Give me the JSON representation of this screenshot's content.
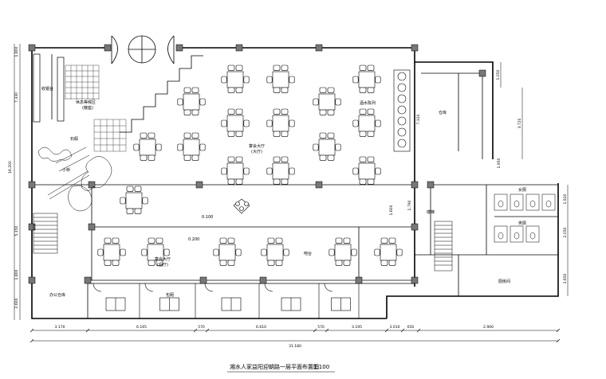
{
  "title": "湘水人家益阳迎朝路一层平面布置图",
  "scale": "1:100",
  "rooms": {
    "cashier": "收银台",
    "waiting": "休息等候区",
    "waiting_sub": "(散座)",
    "rockery": "石假",
    "bridge": "小桥",
    "main_hall": "宴会大厅",
    "main_hall_sub": "(大厅)",
    "drinks": "酒水陈列",
    "warehouse": "仓库",
    "kitchen_hall": "宴会大厅",
    "kitchen_hall_sub": "(后厅)",
    "bar": "吧台",
    "private": "包厢",
    "office": "办公仓库",
    "kitchen": "厨房间",
    "toilet_f": "女厕",
    "toilet_m": "男厕",
    "stairs": "楼梯"
  },
  "levels": {
    "upper": "0.100",
    "lower": "0.200"
  },
  "bottom_dims": [
    "3.170",
    "6.165",
    "570",
    "6.610",
    "570",
    "3.195",
    "3.010",
    "650",
    "2.900"
  ],
  "overall": "31.180",
  "left_dims": [
    "1.800",
    "7.330",
    "16.200",
    "5.150",
    "1.800",
    "2.600"
  ],
  "right_dims": [
    "1.050",
    "3.720",
    "1.920",
    "2.050",
    "1.950",
    "3.650"
  ],
  "inner_dims": [
    "7.320",
    "1.600",
    "1.790"
  ]
}
